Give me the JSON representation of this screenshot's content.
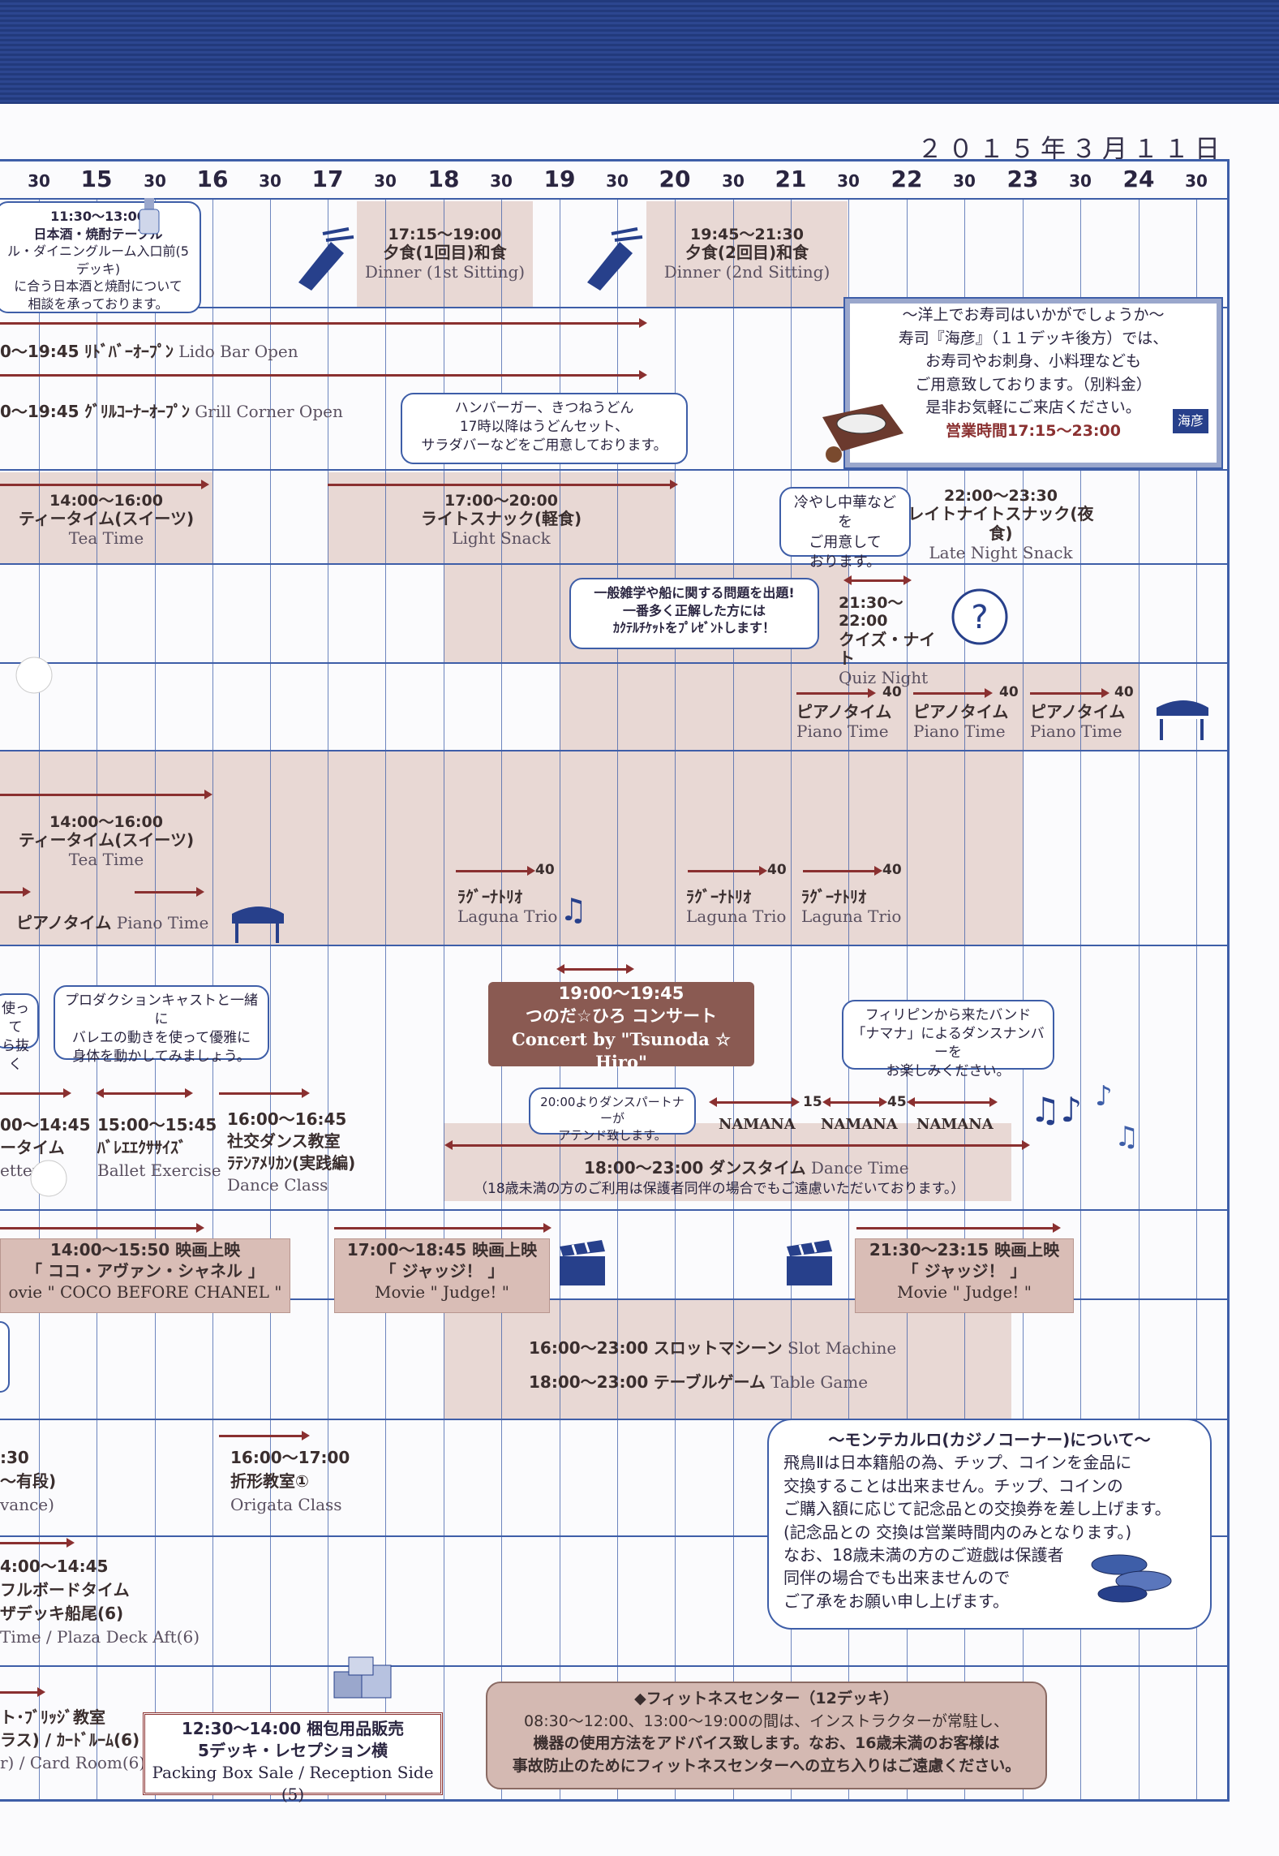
{
  "date": "２０１５年３月１１日",
  "hour_labels": [
    "15",
    "16",
    "17",
    "18",
    "19",
    "20",
    "21",
    "22",
    "23",
    "24"
  ],
  "half_label": "30",
  "row1": {
    "sake_bubble": [
      "11:30～13:00",
      "日本酒・焼酎テーブル",
      "ル・ダイニングルーム入口前(5デッキ)",
      "に合う日本酒と焼酎について",
      "相談を承っております。"
    ],
    "dinner1": {
      "time": "17:15～19:00",
      "jp": "夕食(1回目)和食",
      "en": "Dinner (1st Sitting)"
    },
    "dinner2": {
      "time": "19:45～21:30",
      "jp": "夕食(2回目)和食",
      "en": "Dinner (2nd Sitting)"
    }
  },
  "row2": {
    "lido": {
      "time": "0～19:45",
      "jp": "ﾘﾄﾞﾊﾞｰｵｰﾌﾟﾝ",
      "en": "Lido Bar Open"
    },
    "grill": {
      "time": "0～19:45",
      "jp": "ｸﾞﾘﾙｺｰﾅｰｵｰﾌﾟﾝ",
      "en": "Grill Corner Open"
    },
    "udon_bubble": [
      "ハンバーガー、きつねうどん",
      "17時以降はうどんセット、",
      "サラダバーなどをご用意しております。"
    ],
    "sushi": [
      "～洋上でお寿司はいかがでしょうか～",
      "寿司『海彦』（１１デッキ後方）では、",
      "お寿司やお刺身、小料理なども",
      "ご用意致しております。（別料金）",
      "是非お気軽にご来店ください。"
    ],
    "sushi_hours": "営業時間17:15～23:00",
    "sushi_logo": "海彦"
  },
  "row3": {
    "tea": {
      "time": "14:00～16:00",
      "jp": "ティータイム(スイーツ)",
      "en": "Tea Time"
    },
    "snack": {
      "time": "17:00～20:00",
      "jp": "ライトスナック(軽食)",
      "en": "Light Snack"
    },
    "chuka_bubble": [
      "冷やし中華などを",
      "ご用意して",
      "おります。"
    ],
    "late": {
      "time": "22:00～23:30",
      "jp": "レイトナイトスナック(夜食)",
      "en": "Late Night Snack"
    }
  },
  "row4": {
    "quiz_bubble": [
      "一般雑学や船に関する問題を出題!",
      "一番多く正解した方には",
      "ｶｸﾃﾙﾁｹｯﾄをﾌﾟﾚｾﾞﾝﾄします！"
    ],
    "quiz": {
      "time": "21:30～22:00",
      "jp": "クイズ・ナイト",
      "en": "Quiz Night"
    }
  },
  "row5": {
    "piano": [
      {
        "jp": "ピアノタイム",
        "en": "Piano Time",
        "num": "40"
      },
      {
        "jp": "ピアノタイム",
        "en": "Piano Time",
        "num": "40"
      },
      {
        "jp": "ピアノタイム",
        "en": "Piano Time",
        "num": "40"
      }
    ]
  },
  "row6": {
    "tea": {
      "time": "14:00～16:00",
      "jp": "ティータイム(スイーツ)",
      "en": "Tea Time"
    },
    "piano": {
      "jp": "ピアノタイム",
      "en": "Piano Time"
    },
    "laguna": [
      {
        "jp": "ﾗｸﾞｰﾅﾄﾘｵ",
        "en": "Laguna Trio",
        "num": "40"
      },
      {
        "jp": "ﾗｸﾞｰﾅﾄﾘｵ",
        "en": "Laguna Trio",
        "num": "40"
      },
      {
        "jp": "ﾗｸﾞｰﾅﾄﾘｵ",
        "en": "Laguna Trio",
        "num": "40"
      }
    ]
  },
  "row7": {
    "left_bubble": [
      "使って",
      "ら抜く"
    ],
    "ballet_bubble": [
      "プロダクションキャストと一緒に",
      "バレエの動きを使って優雅に",
      "身体を動かしてみましょう。"
    ],
    "concert": {
      "time": "19:00～19:45",
      "jp": "つのだ☆ひろ コンサート",
      "en": "Concert by \"Tsunoda ☆ Hiro\""
    },
    "band_bubble": [
      "フィリピンから来たバンド",
      "「ナマナ」によるダンスナンバーを",
      "お楽しみください。"
    ],
    "partner_bubble": [
      "20:00よりダンスパートナーが",
      "アテンド致します。"
    ],
    "namana": [
      "NAMANA",
      "NAMANA",
      "NAMANA"
    ],
    "namana_nums": [
      "15",
      "45"
    ],
    "left_ev": {
      "time": "00～14:45",
      "jp": "ータイム",
      "en": "etter"
    },
    "ballet": {
      "time": "15:00～15:45",
      "jp": "ﾊﾞﾚｴｴｸｻｻｲｽﾞ",
      "en": "Ballet Exercise"
    },
    "social": {
      "time": "16:00～16:45",
      "jp": "社交ダンス教室",
      "jp2": "ﾗﾃﾝｱﾒﾘｶﾝ(実践編)",
      "en": "Dance Class"
    },
    "dance": {
      "text": "18:00～23:00 ダンスタイム",
      "en": "Dance Time",
      "note": "（18歳未満の方のご利用は保護者同伴の場合でもご遠慮いただいております。）"
    }
  },
  "row8": {
    "movie1": {
      "time": "14:00～15:50 映画上映",
      "jp": "「 ココ・アヴァン・シャネル 」",
      "en": "ovie \" COCO BEFORE CHANEL \""
    },
    "movie2": {
      "time": "17:00～18:45 映画上映",
      "jp": "「 ジャッジ！ 」",
      "en": "Movie \" Judge! \""
    },
    "movie3": {
      "time": "21:30～23:15 映画上映",
      "jp": "「 ジャッジ！ 」",
      "en": "Movie \" Judge! \""
    }
  },
  "row9": {
    "slot": {
      "time": "16:00～23:00",
      "jp": "スロットマシーン",
      "en": "Slot Machine"
    },
    "table": {
      "time": "18:00～23:00",
      "jp": "テーブルゲーム",
      "en": "Table Game"
    }
  },
  "row10": {
    "left": [
      ":30",
      "～有段)",
      "vance)"
    ],
    "origami": {
      "time": "16:00～17:00",
      "jp": "折形教室①",
      "en": "Origata Class"
    },
    "monte_title": "～モンテカルロ(カジノコーナー)について～",
    "monte": [
      "飛鳥Ⅱは日本籍船の為、チップ、コインを金品に",
      "交換することは出来ません。チップ、コインの",
      "ご購入額に応じて記念品との交換券を差し上げます。",
      "(記念品との 交換は営業時間内のみとなります。)",
      "なお、18歳未満の方のご遊戯は保護者",
      "同伴の場合でも出来ませんので",
      "ご了承をお願い申し上げます。"
    ]
  },
  "row11": {
    "shuffle": [
      "4:00～14:45",
      "フルボードタイム",
      "ザデッキ船尾(6)",
      "Time / Plaza Deck Aft(6)"
    ]
  },
  "row12": {
    "bridge": [
      "ト･ﾌﾞﾘｯｼﾞ教室",
      "ラス) / ｶｰﾄﾞﾙｰﾑ(6)",
      "r) / Card Room(6)"
    ],
    "pack": [
      "12:30～14:00 梱包用品販売",
      "5デッキ・レセプション横",
      "Packing Box Sale / Reception Side (5)"
    ],
    "fit_title": "◆フィットネスセンター（12デッキ）",
    "fit": [
      "08:30～12:00、13:00～19:00の間は、インストラクターが常駐し、",
      "機器の使用方法をアドバイス致します。なお、16歳未満のお客様は",
      "事故防止のためにフィットネスセンターへの立ち入りはご遠慮ください。"
    ]
  }
}
